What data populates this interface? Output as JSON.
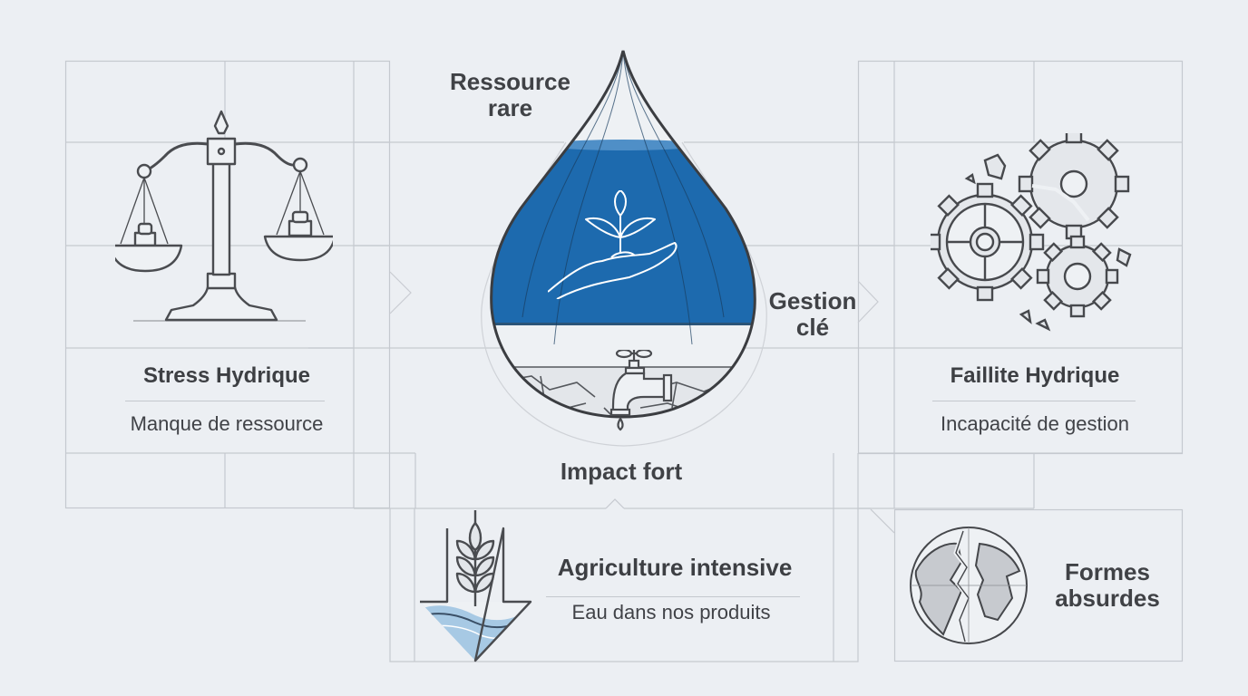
{
  "theme": {
    "background": "#eceff3",
    "grid_line": "#c5c9cf",
    "text_dark": "#3d3f43",
    "accent_blue": "#1d6aae",
    "water_light": "#9cc3e0"
  },
  "left_panel": {
    "icon": "balance-scale-icon",
    "title": "Stress Hydrique",
    "subtitle": "Manque de ressource"
  },
  "center": {
    "icon": "water-drop-icon",
    "inner_top_icon": "hand-holding-sprout-icon",
    "inner_bottom_icon": "faucet-dry-soil-icon",
    "label_top": [
      "Ressource",
      "rare"
    ],
    "label_right": [
      "Gestion",
      "clé"
    ],
    "label_bottom": "Impact fort"
  },
  "right_panel": {
    "icon": "broken-gears-icon",
    "title": "Faillite Hydrique",
    "subtitle": "Incapacité de gestion"
  },
  "bottom_center_panel": {
    "icon": "wheat-water-arrow-icon",
    "title": "Agriculture intensive",
    "subtitle": "Eau dans nos produits"
  },
  "bottom_right_panel": {
    "icon": "cracked-globe-icon",
    "title": [
      "Formes",
      "absurdes"
    ]
  }
}
